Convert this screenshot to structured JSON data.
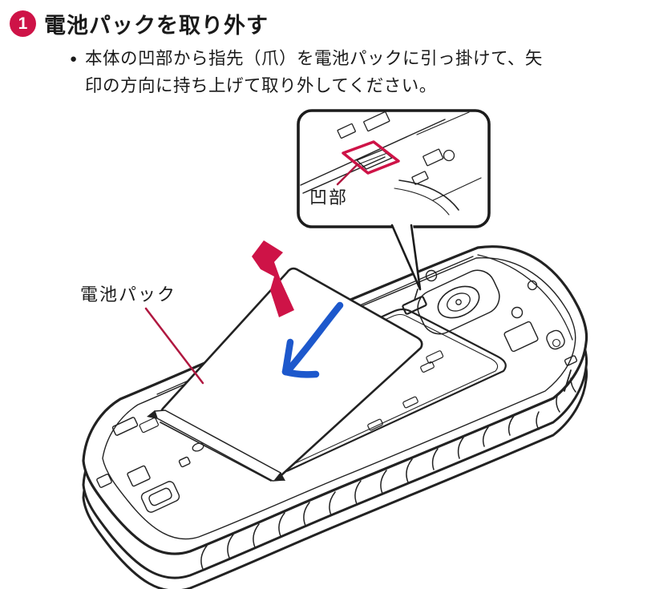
{
  "step": {
    "number": "1",
    "title": "電池パックを取り外す",
    "badge_color": "#ce1347"
  },
  "instruction": {
    "bullet": "●",
    "lines": [
      "本体の凹部から指先（爪）を電池パックに引っ掛けて、矢",
      "印の方向に持ち上げて取り外してください。"
    ]
  },
  "figure": {
    "inset_label": "凹部",
    "battery_label": "電池パック",
    "colors": {
      "highlight_red": "#ce1347",
      "leader_red": "#b01840",
      "arrow_blue": "#1d58cc",
      "line_art": "#222222"
    }
  }
}
